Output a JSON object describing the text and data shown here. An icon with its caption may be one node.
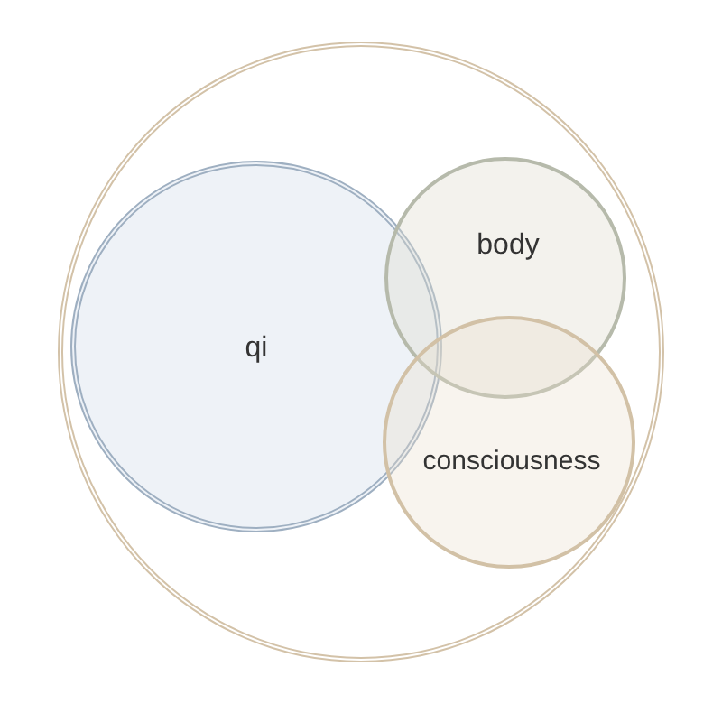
{
  "diagram": {
    "nodes": [
      {
        "text": [],
        "shape": "circle"
      },
      {
        "text": [
          "qi"
        ],
        "in": 0
      },
      {
        "text": [
          "body"
        ],
        "in": 0
      },
      {
        "text": [
          "consciousness"
        ],
        "in": 0
      }
    ]
  }
}
